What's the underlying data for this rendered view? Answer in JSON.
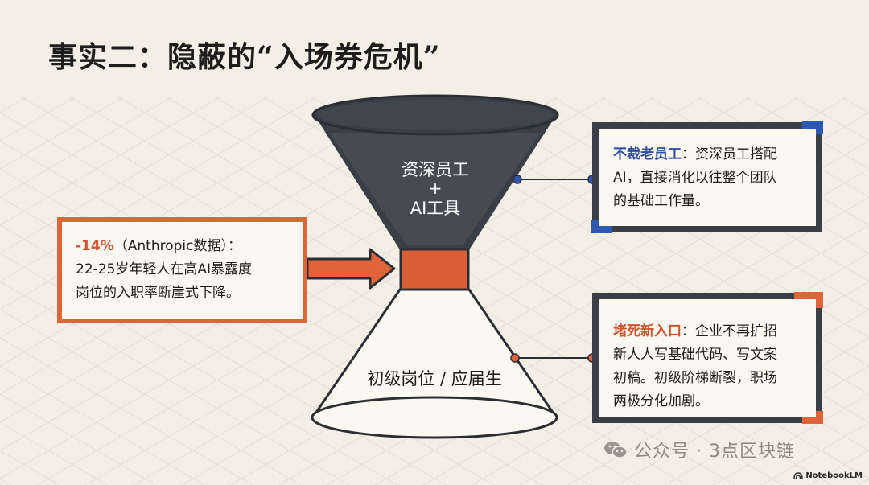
{
  "title": "事实二：隐蔽的“入场券危机”",
  "funnel": {
    "top_line1": "资深员工",
    "top_line2": "+",
    "top_line3": "AI工具",
    "bottom_label": "初级岗位 / 应届生"
  },
  "left_card": {
    "highlight": "-14%",
    "line1_rest": "（Anthropic数据）：",
    "line2": "22-25岁年轻人在高AI暴露度",
    "line3": "岗位的入职率断崖式下降。"
  },
  "top_right_card": {
    "highlight": "不裁老员工",
    "line1_rest": "：资深员工搭配",
    "line2": "AI，直接消化以往整个团队",
    "line3": "的基础工作量。"
  },
  "bottom_right_card": {
    "highlight": "堵死新入口",
    "line1_rest": "：企业不再扩招",
    "line2": "新人人写基础代码、写文案",
    "line3": "初稿。初级阶梯断裂，职场",
    "line4": "两极分化加剧。"
  },
  "watermark": "公众号 · 3点区块链",
  "badge": "NotebookLM",
  "colors": {
    "background": "#f3efe6",
    "dark": "#3a3f46",
    "orange": "#e0643a",
    "blue": "#2f58b0"
  }
}
